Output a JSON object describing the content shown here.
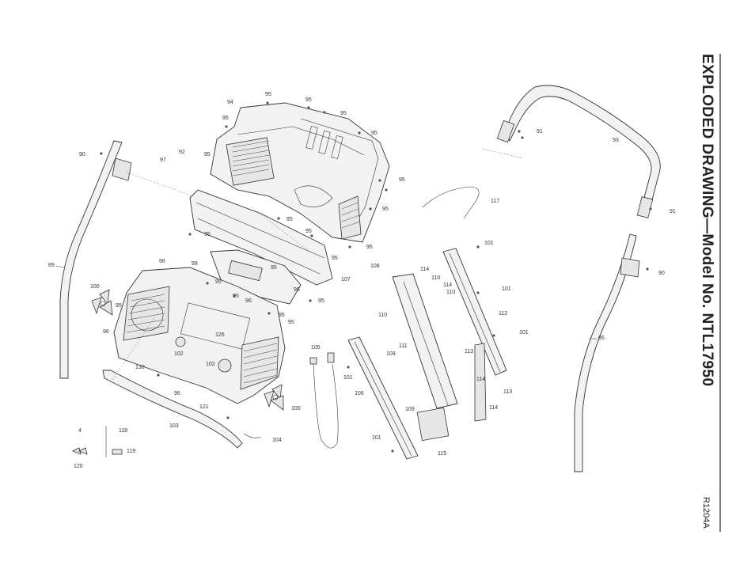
{
  "title": "EXPLODED DRAWING—Model No. NTL17950",
  "revision_code": "R1204A",
  "callouts": {
    "c94": "94",
    "c95a": "95",
    "c95b": "95",
    "c95c": "95",
    "c95d": "95",
    "c95e": "95",
    "c95f": "95",
    "c95g": "95",
    "c95h": "95",
    "c95i": "95",
    "c95j": "95",
    "c95k": "95",
    "c95l": "95",
    "c95m": "95",
    "c95n": "95",
    "c95o": "95",
    "c95p": "95",
    "c95q": "95",
    "c95r": "95",
    "c95s": "95",
    "c95t": "95",
    "c95u": "95",
    "c90a": "90",
    "c90b": "90",
    "c91a": "91",
    "c91b": "91",
    "c93": "93",
    "c86": "86",
    "c89": "89",
    "c97": "97",
    "c92": "92",
    "c98": "98",
    "c99": "99",
    "c100a": "100",
    "c100b": "100",
    "c96a": "96",
    "c96b": "96",
    "c96c": "96",
    "c126": "126",
    "c102a": "102",
    "c102b": "102",
    "c130": "130",
    "c121": "121",
    "c103": "103",
    "c104": "104",
    "c105": "105",
    "c106": "106",
    "c107": "107",
    "c108": "108",
    "c109a": "109",
    "c109b": "109",
    "c110a": "110",
    "c110b": "110",
    "c110c": "110",
    "c111": "111",
    "c112": "112",
    "c113a": "113",
    "c113b": "113",
    "c114a": "114",
    "c114b": "114",
    "c114c": "114",
    "c114d": "114",
    "c115": "115",
    "c117": "117",
    "c118": "118",
    "c119": "119",
    "c120": "120",
    "c4": "4",
    "c101a": "101",
    "c101b": "101",
    "c101c": "101",
    "c101d": "101",
    "c101e": "101"
  }
}
